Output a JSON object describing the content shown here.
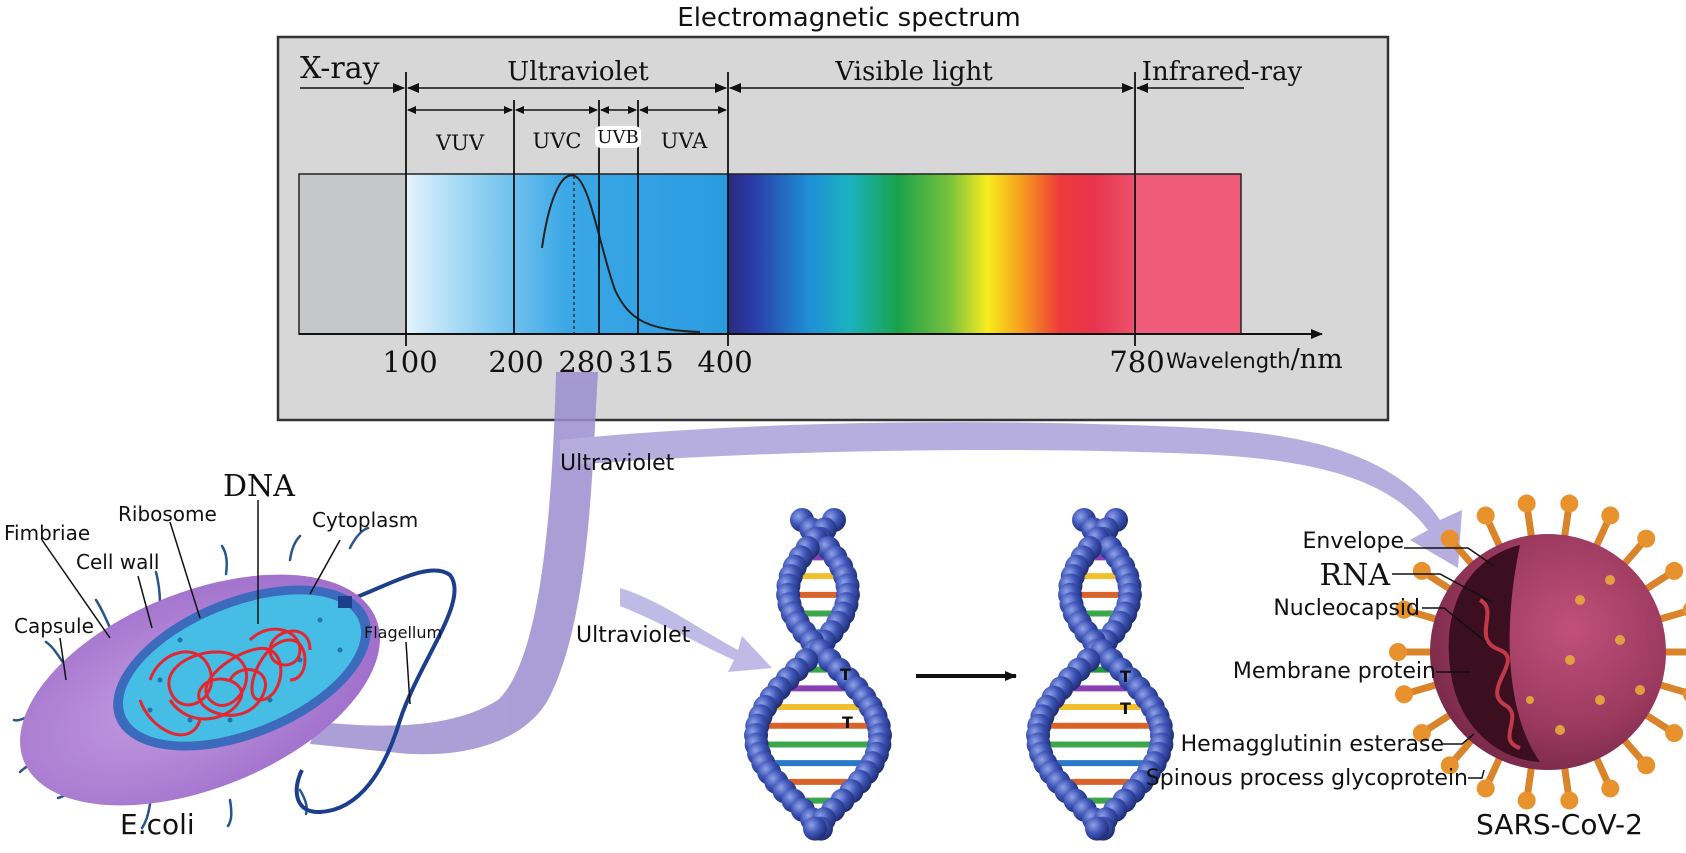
{
  "spectrum": {
    "title": "Electromagnetic spectrum",
    "regions": {
      "xray": "X-ray",
      "ultraviolet": "Ultraviolet",
      "visible": "Visible light",
      "infrared": "Infrared-ray"
    },
    "uv_bands": {
      "vuv": "VUV",
      "uvc": "UVC",
      "uvb": "UVB",
      "uva": "UVA"
    },
    "ticks": [
      "100",
      "200",
      "280",
      "315",
      "400",
      "780"
    ],
    "axis_label_main": "Wavelength",
    "axis_label_unit": "/nm",
    "colors": {
      "panel": "#d7d7d7",
      "gray_band": "#c6c7c9",
      "uv_blue": "#2f9fe2",
      "infrared": "#ee5c79",
      "beam": "#9b8fd0"
    }
  },
  "beams": {
    "ultraviolet_label_top": "Ultraviolet",
    "ultraviolet_label_mid": "Ultraviolet"
  },
  "ecoli": {
    "name": "E.coli",
    "labels": {
      "fimbriae": "Fimbriae",
      "ribosome": "Ribosome",
      "dna": "DNA",
      "cytoplasm": "Cytoplasm",
      "cell_wall": "Cell wall",
      "capsule": "Capsule",
      "flagellum": "Flagellum"
    }
  },
  "dna": {
    "base_label": "T"
  },
  "virus": {
    "name": "SARS-CoV-2",
    "labels": {
      "envelope": "Envelope",
      "rna": "RNA",
      "nucleocapsid": "Nucleocapsid",
      "membrane_protein": "Membrane protein",
      "hemagglutinin": "Hemagglutinin esterase",
      "spinous": "Spinous process glycoprotein"
    }
  }
}
